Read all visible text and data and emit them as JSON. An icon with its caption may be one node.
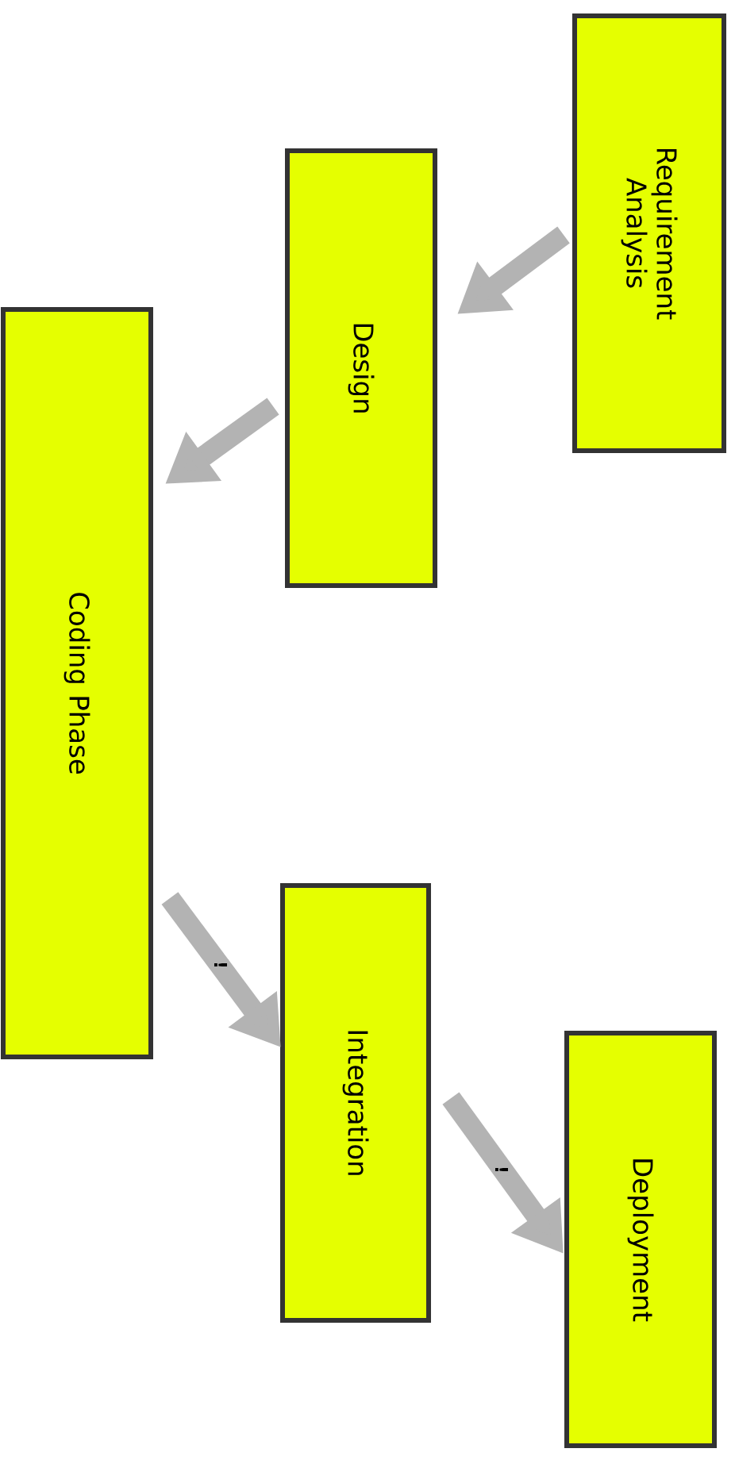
{
  "diagram": {
    "nodes": [
      {
        "text": [
          "Requirement Analysis"
        ]
      },
      {
        "text": [
          "Design"
        ]
      },
      {
        "text": [
          "Coding Phase"
        ]
      },
      {
        "text": [
          "Integration"
        ]
      },
      {
        "text": [
          "Deployment"
        ]
      }
    ],
    "edges": [
      {
        "from": 0,
        "to": 1,
        "arrow": "to"
      },
      {
        "from": 1,
        "to": 2,
        "arrow": "to"
      },
      {
        "from": 2,
        "to": 3,
        "arrow": "to",
        "label": "!"
      },
      {
        "from": 3,
        "to": 4,
        "arrow": "to",
        "label": "!"
      }
    ]
  }
}
